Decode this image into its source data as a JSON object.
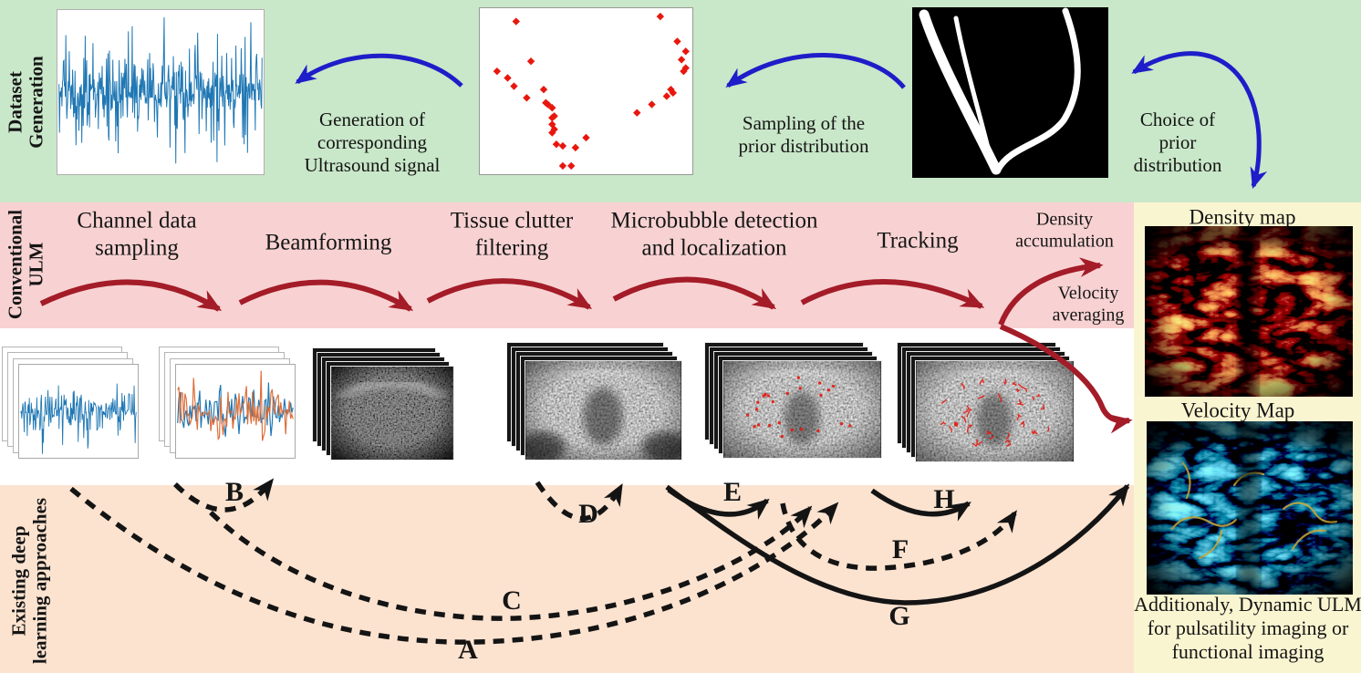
{
  "sections": {
    "dataset": {
      "label": "Dataset\nGeneration"
    },
    "conventional": {
      "label": "Conventional\nULM"
    },
    "deep": {
      "label": "Existing deep\nlearning approaches"
    }
  },
  "generation": {
    "gen_caption": "Generation of\ncorresponding\nUltrasound signal",
    "sampling_caption": "Sampling of the\nprior distribution",
    "choice_caption": "Choice of\nprior\ndistribution",
    "scatter_points": [
      [
        0.17,
        0.08
      ],
      [
        0.85,
        0.05
      ],
      [
        0.93,
        0.2
      ],
      [
        0.97,
        0.26
      ],
      [
        0.95,
        0.31
      ],
      [
        0.97,
        0.36
      ],
      [
        0.96,
        0.38
      ],
      [
        0.08,
        0.38
      ],
      [
        0.13,
        0.42
      ],
      [
        0.16,
        0.47
      ],
      [
        0.24,
        0.32
      ],
      [
        0.22,
        0.54
      ],
      [
        0.3,
        0.49
      ],
      [
        0.31,
        0.57
      ],
      [
        0.32,
        0.58
      ],
      [
        0.34,
        0.6
      ],
      [
        0.35,
        0.65
      ],
      [
        0.34,
        0.66
      ],
      [
        0.34,
        0.7
      ],
      [
        0.35,
        0.73
      ],
      [
        0.34,
        0.75
      ],
      [
        0.36,
        0.82
      ],
      [
        0.39,
        0.83
      ],
      [
        0.45,
        0.84
      ],
      [
        0.5,
        0.78
      ],
      [
        0.39,
        0.95
      ],
      [
        0.43,
        0.95
      ],
      [
        0.9,
        0.49
      ],
      [
        0.91,
        0.51
      ],
      [
        0.88,
        0.53
      ],
      [
        0.81,
        0.58
      ],
      [
        0.74,
        0.63
      ]
    ]
  },
  "pipeline": {
    "stages": [
      {
        "label": "Channel data\nsampling"
      },
      {
        "label": "Beamforming"
      },
      {
        "label": "Tissue clutter\nfiltering"
      },
      {
        "label": "Microbubble detection\nand localization"
      },
      {
        "label": "Tracking"
      }
    ],
    "density_out": "Density\naccumulation",
    "velocity_out": "Velocity\naveraging"
  },
  "approaches": {
    "letters": [
      {
        "letter": "A",
        "style": "dashed"
      },
      {
        "letter": "B",
        "style": "dashed"
      },
      {
        "letter": "C",
        "style": "dashed"
      },
      {
        "letter": "D",
        "style": "dashed"
      },
      {
        "letter": "E",
        "style": "solid"
      },
      {
        "letter": "F",
        "style": "dashed"
      },
      {
        "letter": "G",
        "style": "solid"
      },
      {
        "letter": "H",
        "style": "solid"
      }
    ]
  },
  "results": {
    "density_title": "Density map",
    "velocity_title": "Velocity Map",
    "caption": "Additionaly, Dynamic ULM\nfor pulsatility imaging or\nfunctional imaging"
  },
  "colors": {
    "green_bg": "#c9e7c9",
    "pink_bg": "#f8d2d2",
    "peach_bg": "#fce3d0",
    "yellow_bg": "#faf5d1",
    "blue_arrow": "#1d1dc9",
    "crimson_arrow": "#a31c28",
    "black_arrow": "#141414",
    "signal_blue": "#1f77b4",
    "signal_orange": "#dd6f3a",
    "marker_red": "#e8170d"
  }
}
